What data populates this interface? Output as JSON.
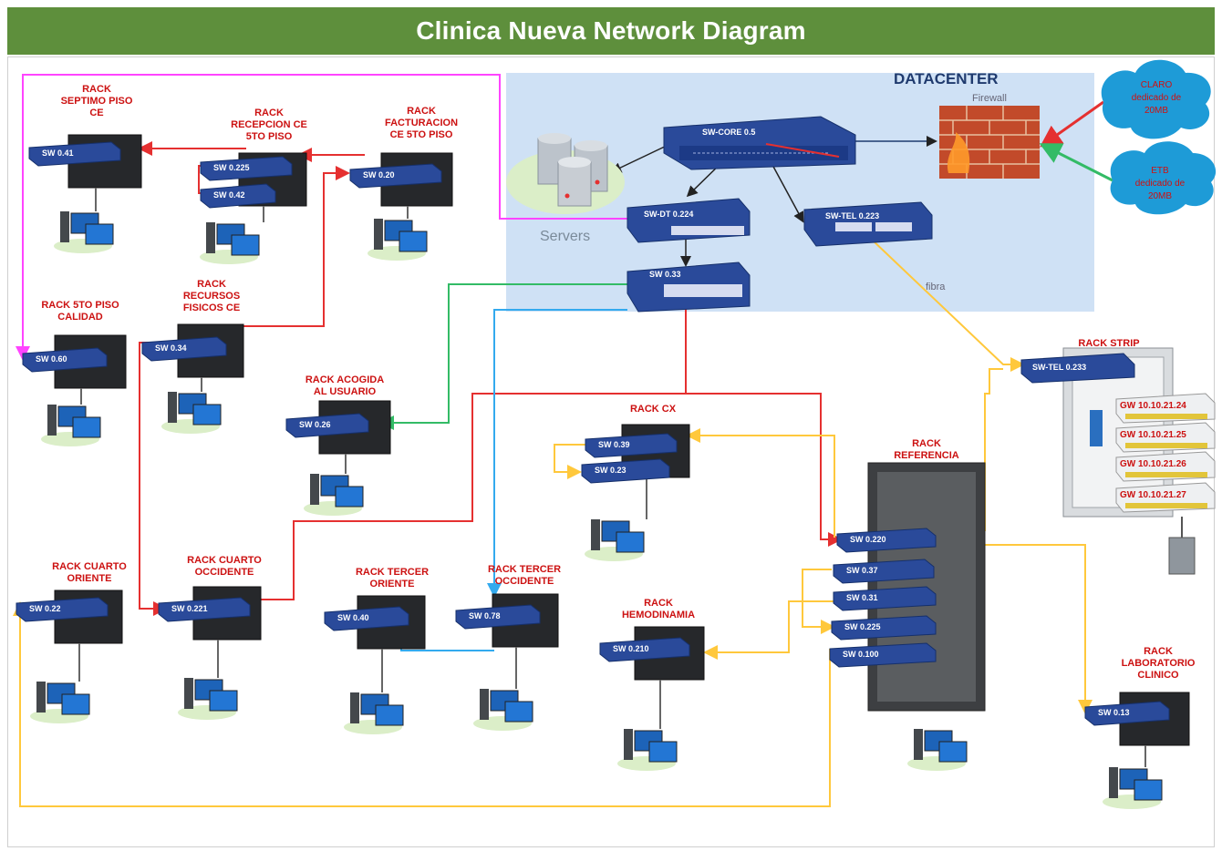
{
  "title": "Clinica Nueva Network Diagram",
  "datacenter": {
    "label": "DATACENTER",
    "firewall_label": "Firewall",
    "servers_label": "Servers",
    "fibra_label": "fibra"
  },
  "clouds": [
    {
      "id": "claro",
      "lines": [
        "CLARO",
        "dedicado de",
        "20MB"
      ]
    },
    {
      "id": "etb",
      "lines": [
        "ETB",
        "dedicado de",
        "20MB"
      ]
    }
  ],
  "switches": {
    "core": "SW-CORE 0.5",
    "dt": "SW-DT 0.224",
    "sw33": "SW 0.33",
    "tel": "SW-TEL 0.223",
    "strip": "SW-TEL 0.233"
  },
  "racks": [
    {
      "id": "septimo",
      "lines": [
        "RACK",
        "SEPTIMO PISO",
        "CE"
      ],
      "switches": [
        "SW 0.41"
      ]
    },
    {
      "id": "recepcion",
      "lines": [
        "RACK",
        "RECEPCION CE",
        "5TO PISO"
      ],
      "switches": [
        "SW 0.225",
        "SW 0.42"
      ]
    },
    {
      "id": "facturacion",
      "lines": [
        "RACK",
        "FACTURACION",
        "CE 5TO PISO"
      ],
      "switches": [
        "SW 0.20"
      ]
    },
    {
      "id": "calidad",
      "lines": [
        "RACK 5TO PISO",
        "CALIDAD"
      ],
      "switches": [
        "SW 0.60"
      ]
    },
    {
      "id": "recursos",
      "lines": [
        "RACK",
        "RECURSOS",
        "FISICOS CE"
      ],
      "switches": [
        "SW 0.34"
      ]
    },
    {
      "id": "acogida",
      "lines": [
        "RACK ACOGIDA",
        "AL USUARIO"
      ],
      "switches": [
        "SW 0.26"
      ]
    },
    {
      "id": "cx",
      "lines": [
        "RACK CX"
      ],
      "switches": [
        "SW 0.39",
        "SW 0.23"
      ]
    },
    {
      "id": "cuarto-oriente",
      "lines": [
        "RACK CUARTO",
        "ORIENTE"
      ],
      "switches": [
        "SW 0.22"
      ]
    },
    {
      "id": "cuarto-occidente",
      "lines": [
        "RACK CUARTO",
        "OCCIDENTE"
      ],
      "switches": [
        "SW 0.221"
      ]
    },
    {
      "id": "tercer-oriente",
      "lines": [
        "RACK TERCER",
        "ORIENTE"
      ],
      "switches": [
        "SW 0.40"
      ]
    },
    {
      "id": "tercer-occidente",
      "lines": [
        "RACK TERCER",
        "OCCIDENTE"
      ],
      "switches": [
        "SW 0.78"
      ]
    },
    {
      "id": "hemodinamia",
      "lines": [
        "RACK",
        "HEMODINAMIA"
      ],
      "switches": [
        "SW 0.210"
      ]
    },
    {
      "id": "referencia",
      "lines": [
        "RACK",
        "REFERENCIA"
      ],
      "switches": [
        "SW 0.220",
        "SW 0.37",
        "SW 0.31",
        "SW 0.225",
        "SW 0.100"
      ]
    },
    {
      "id": "laboratorio",
      "lines": [
        "RACK",
        "LABORATORIO",
        "CLINICO"
      ],
      "switches": [
        "SW 0.13"
      ]
    },
    {
      "id": "strip",
      "lines": [
        "RACK STRIP"
      ],
      "switches": [
        "SW-TEL 0.233"
      ]
    }
  ],
  "strip_switches": [
    "GW 10.10.21.24",
    "GW 10.10.21.25",
    "GW 10.10.21.26",
    "GW 10.10.21.27"
  ],
  "colors": {
    "title_bar": "#5e8f3c",
    "label_red": "#cc1111",
    "link_red": "#e53030",
    "link_magenta": "#ff44ff",
    "link_green": "#33bb66",
    "link_cyan": "#33aaee",
    "link_yellow": "#ffc83c",
    "switch_blue": "#2a4a9a",
    "datacenter_bg": "#cfe1f5",
    "cloud": "#1e9bd7"
  }
}
